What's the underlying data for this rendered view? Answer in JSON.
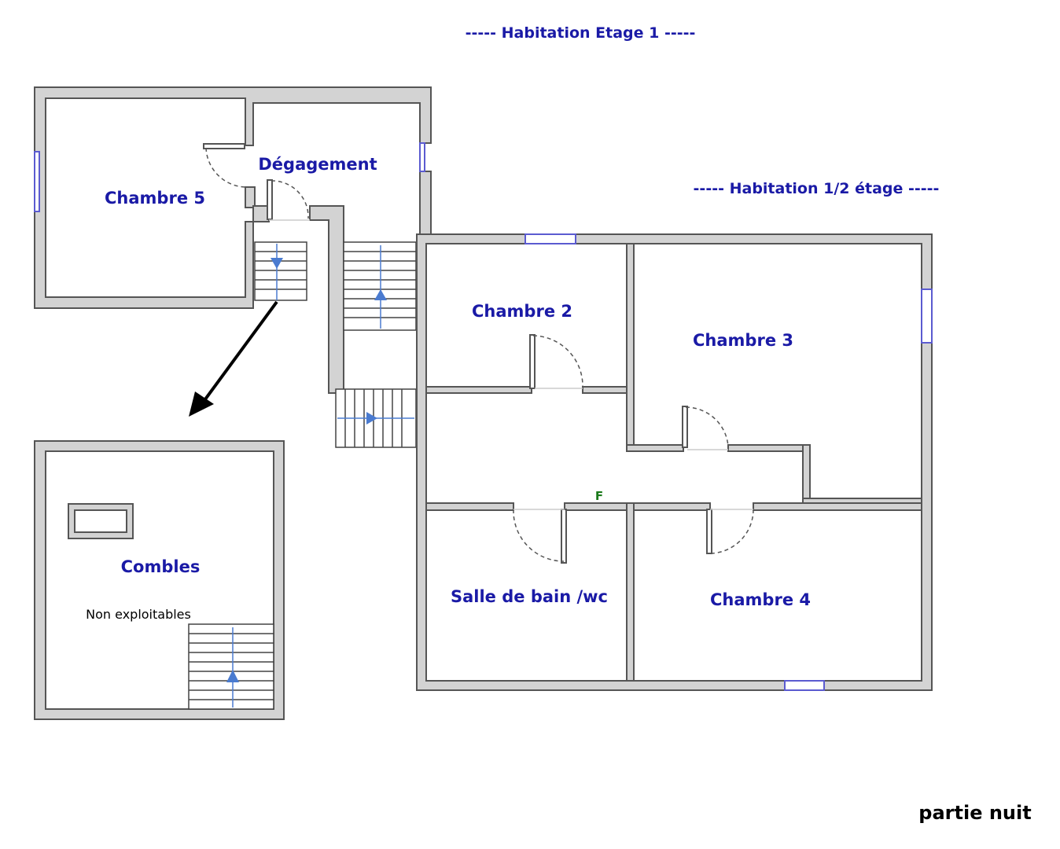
{
  "titles": {
    "floor1": "-----  Habitation Etage 1  -----",
    "half_floor": "-----  Habitation 1/2 étage  -----"
  },
  "rooms": {
    "chambre5": "Chambre 5",
    "degagement": "Dégagement",
    "chambre2": "Chambre 2",
    "chambre3": "Chambre 3",
    "combles": "Combles",
    "salle_de_bain": "Salle de bain /wc",
    "chambre4": "Chambre 4"
  },
  "notes": {
    "non_exploitables": "Non exploitables",
    "f_marker": "F"
  },
  "caption": "partie nuit",
  "colors": {
    "label_blue": "#1a1aa6",
    "wall_fill": "#d3d3d3",
    "wall_stroke": "#555555",
    "stair_arrow": "#4a7bd0",
    "window": "#5b5bd0",
    "marker_green": "#1a7a1a"
  }
}
